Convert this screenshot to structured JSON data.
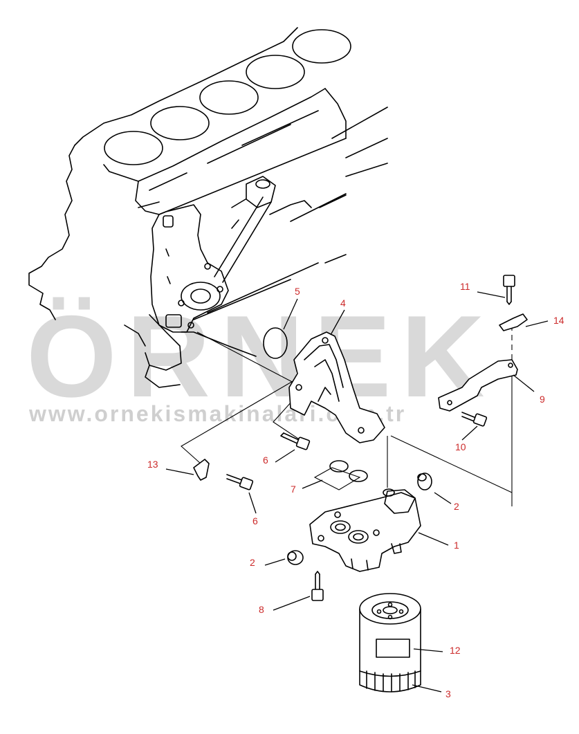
{
  "watermark": {
    "brand": "ÖRNEK",
    "url": "www.ornekismakinalari.com.tr"
  },
  "colors": {
    "callout_text": "#cc2a2a",
    "watermark": "#d9d9d9",
    "watermark_accent": "#e8c77a",
    "line": "#000000"
  },
  "callouts": [
    {
      "id": "c1",
      "label": "1"
    },
    {
      "id": "c2a",
      "label": "2"
    },
    {
      "id": "c2b",
      "label": "2"
    },
    {
      "id": "c3",
      "label": "3"
    },
    {
      "id": "c4",
      "label": "4"
    },
    {
      "id": "c5",
      "label": "5"
    },
    {
      "id": "c6a",
      "label": "6"
    },
    {
      "id": "c6b",
      "label": "6"
    },
    {
      "id": "c7",
      "label": "7"
    },
    {
      "id": "c8",
      "label": "8"
    },
    {
      "id": "c9",
      "label": "9"
    },
    {
      "id": "c10",
      "label": "10"
    },
    {
      "id": "c11",
      "label": "11"
    },
    {
      "id": "c12",
      "label": "12"
    },
    {
      "id": "c13",
      "label": "13"
    },
    {
      "id": "c14",
      "label": "14"
    }
  ]
}
